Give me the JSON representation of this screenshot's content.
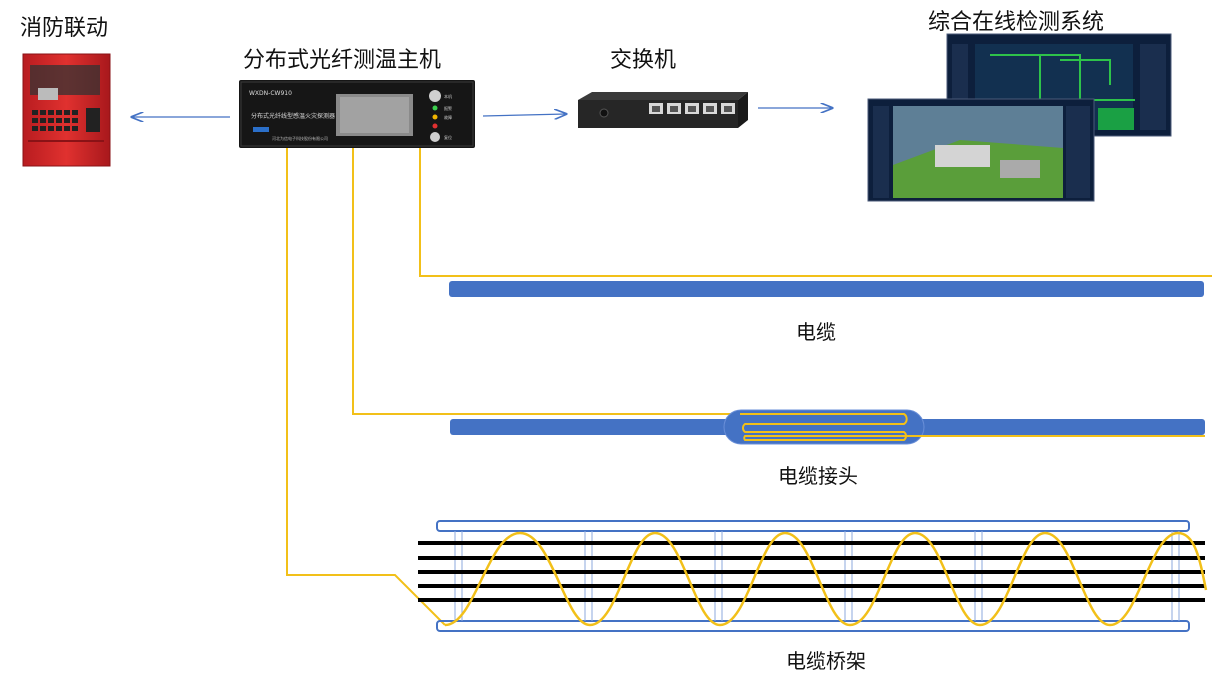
{
  "labels": {
    "fire_linkage": "消防联动",
    "dts_host": "分布式光纤测温主机",
    "switch": "交换机",
    "monitor_system": "综合在线检测系统",
    "cable": "电缆",
    "cable_joint": "电缆接头",
    "cable_tray": "电缆桥架"
  },
  "device_text": {
    "model": "WXDN-CW910",
    "name": "分布式光纤线型感温火灾探测器",
    "maker": "河北为信电子科技股份有限公司",
    "buttons": [
      "本机",
      "报警",
      "故障",
      "复位"
    ]
  },
  "colors": {
    "fiber": "#f2c019",
    "cable": "#4472c4",
    "arrow": "#4472c4",
    "panel_red": "#d7262b",
    "screen_bg": "#0d1f3c"
  },
  "icons": [
    "fire-alarm-panel-icon",
    "dts-host-device-icon",
    "network-switch-icon",
    "monitor-screens-icon"
  ]
}
